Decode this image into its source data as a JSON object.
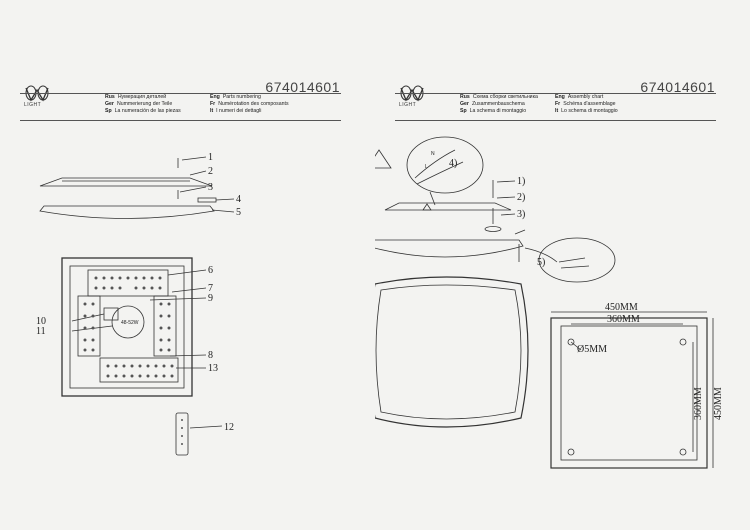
{
  "product_code": "674014601",
  "logo_text": "LIGHT",
  "left_page": {
    "header_left": [
      {
        "lang": "Rus",
        "text": "Нумерация деталей"
      },
      {
        "lang": "Ger",
        "text": "Nummerierung der Teile"
      },
      {
        "lang": "Sp",
        "text": "La numeración de las piezas"
      }
    ],
    "header_right": [
      {
        "lang": "Eng",
        "text": "Parts numbering"
      },
      {
        "lang": "Fr",
        "text": "Numérotation des composants"
      },
      {
        "lang": "It",
        "text": "I numeri dei dettagli"
      }
    ],
    "callouts": [
      "1",
      "2",
      "3",
      "4",
      "5",
      "6",
      "7",
      "9",
      "10",
      "11",
      "8",
      "13",
      "12"
    ],
    "driver_label": "48-52W"
  },
  "right_page": {
    "header_left": [
      {
        "lang": "Rus",
        "text": "Схема сборки светильника"
      },
      {
        "lang": "Ger",
        "text": "Zusammenbauschema"
      },
      {
        "lang": "Sp",
        "text": "La schema di montaggio"
      }
    ],
    "header_right": [
      {
        "lang": "Eng",
        "text": "Assembly chart"
      },
      {
        "lang": "Fr",
        "text": "Schéma d'assemblage"
      },
      {
        "lang": "It",
        "text": "Lo schema di montaggio"
      }
    ],
    "steps": [
      "4)",
      "1)",
      "2)",
      "3)",
      "5)"
    ],
    "wire_labels": [
      "N",
      "L"
    ],
    "dimensions": {
      "outer_width": "450MM",
      "inner_width": "360MM",
      "hole": "Ø5MM",
      "inner_height": "360MM",
      "outer_height": "450MM"
    }
  },
  "colors": {
    "line": "#333333",
    "paper": "#f3f3f1"
  }
}
